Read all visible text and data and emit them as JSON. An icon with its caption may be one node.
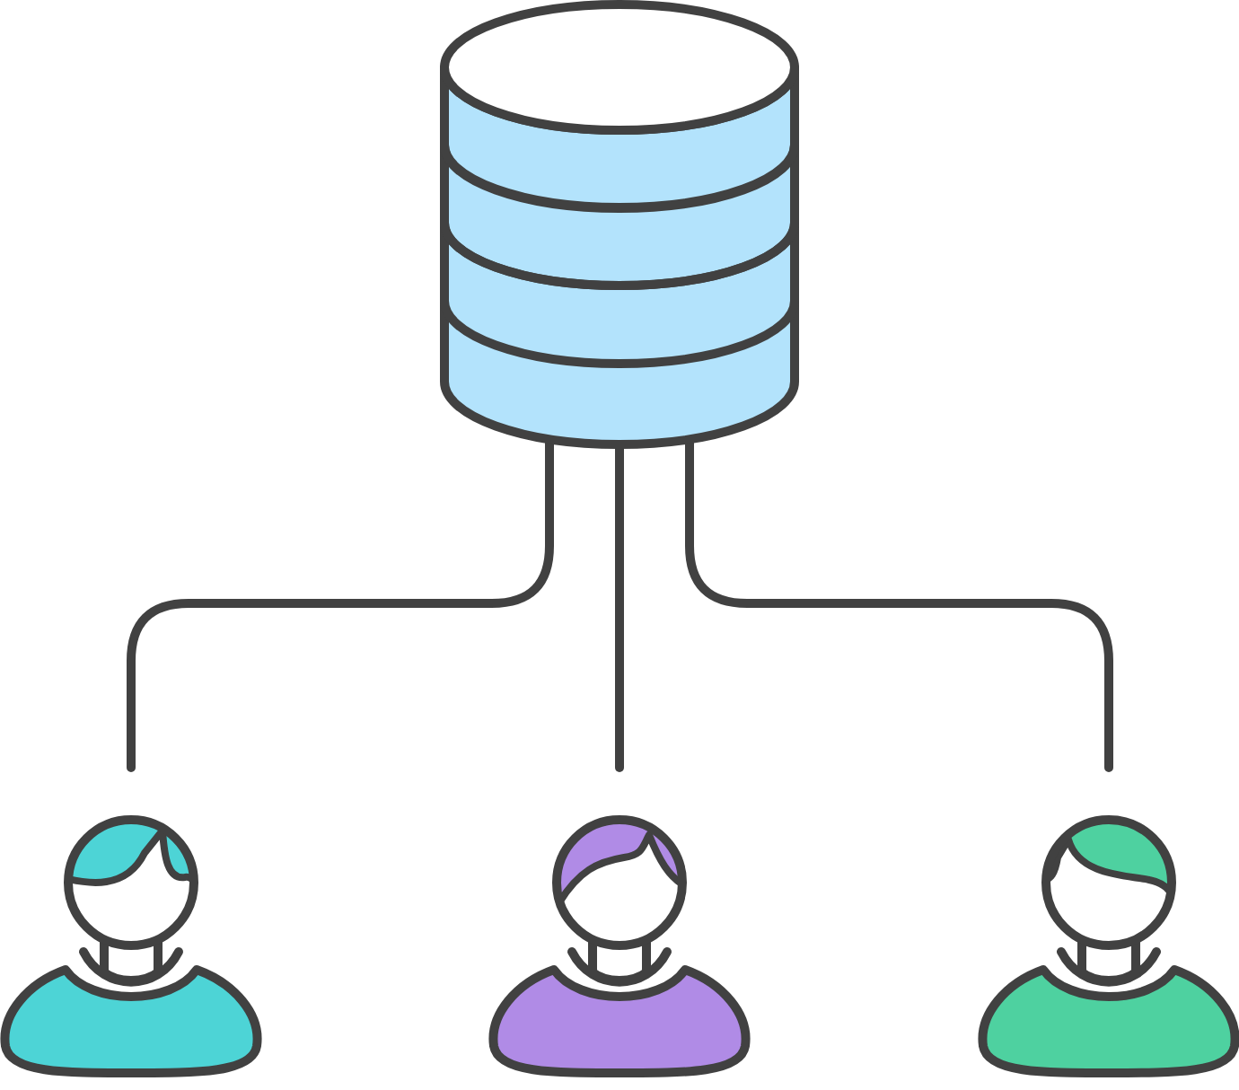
{
  "diagram": {
    "nodes": [
      {
        "text": [],
        "shape": "cylinder"
      },
      {
        "text": [],
        "shape": "person"
      },
      {
        "text": [],
        "shape": "person"
      },
      {
        "text": [],
        "shape": "person"
      }
    ],
    "edges": [
      {
        "from": 0,
        "to": 1,
        "arrow": "none"
      },
      {
        "from": 0,
        "to": 2,
        "arrow": "none"
      },
      {
        "from": 0,
        "to": 3,
        "arrow": "none"
      }
    ]
  }
}
